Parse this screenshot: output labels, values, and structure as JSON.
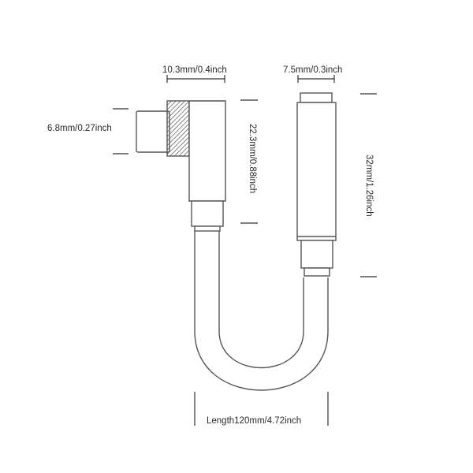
{
  "labels": {
    "usbc_width": "10.3mm/0.4inch",
    "jack_width": "7.5mm/0.3inch",
    "plug_height": "6.8mm/0.27inch",
    "usbc_length": "22.3mm/0.88inch",
    "jack_length": "32mm/1.26inch",
    "cable_length": "Length120mm/4.72inch"
  },
  "colors": {
    "outline": "#555555",
    "dimension_line": "#333333",
    "hatch": "#666666"
  }
}
